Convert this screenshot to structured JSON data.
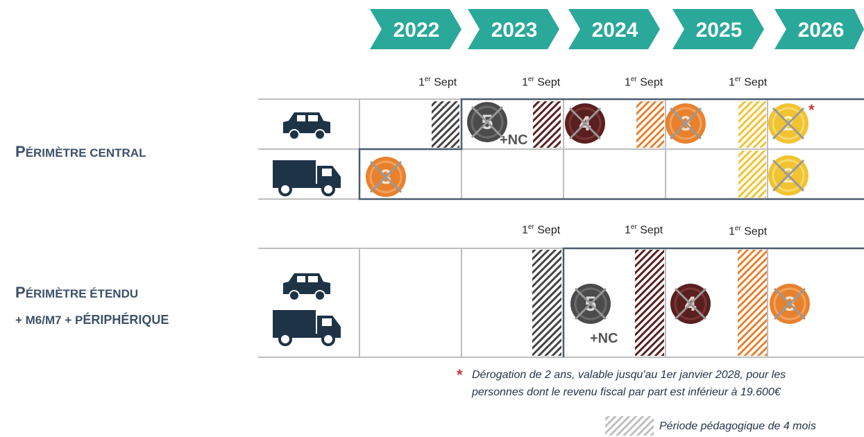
{
  "years": [
    "2022",
    "2023",
    "2024",
    "2025",
    "2026"
  ],
  "colors": {
    "arrow": "#2aa899",
    "label": "#3d5168",
    "vehicle": "#1e3346",
    "crit5": "#4b4b4b",
    "crit4": "#5a1f1f",
    "crit3": "#e8812e",
    "crit2": "#f2c330",
    "footnote_star": "#c23b3b"
  },
  "sept": {
    "prefix": "1",
    "sup": "er",
    "suffix": " Sept"
  },
  "central": {
    "label_line1_initial": "P",
    "label_line1_rest": "ÉRIMÈTRE CENTRAL",
    "badges": {
      "car": [
        "5",
        "4",
        "3",
        "2"
      ],
      "truck": [
        "3",
        "2"
      ]
    },
    "nc_label": "+NC",
    "star": "*"
  },
  "etendu": {
    "label_line1_initial": "P",
    "label_line1_rest": "ÉRIMÈTRE ÉTENDU",
    "label_line2_a": "+ M6/M7 + P",
    "label_line2_b": "ÉRIPHÉRIQUE",
    "badges": [
      "5",
      "4",
      "3"
    ],
    "nc_label": "+NC"
  },
  "footnote": {
    "star": "*",
    "line1": "Dérogation de 2 ans, valable jusqu'au 1er janvier 2028, pour les",
    "line2": "personnes dont le revenu fiscal par part est inférieur à 19.600€"
  },
  "legend": {
    "label": "Période pédagogique de 4 mois"
  }
}
